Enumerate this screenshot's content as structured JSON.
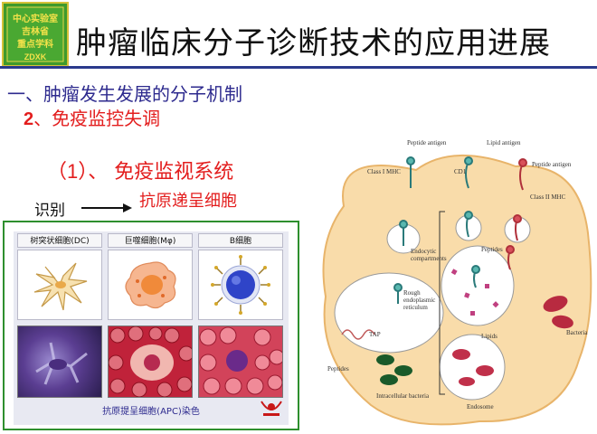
{
  "logo": {
    "line1": "中心实验室",
    "line2": "吉林省",
    "line3": "重点学科",
    "line4": "ZDXK"
  },
  "title": "肿瘤临床分子诊断技术的应用进展",
  "heading1": "一、肿瘤发生发展的分子机制",
  "heading2_num": "2",
  "heading2_text": "、免疫监控失调",
  "heading3_num": "（1）",
  "heading3_text": "、 免疫监视系统",
  "recognize": "识别",
  "apc_label": "抗原递呈细胞",
  "panel": {
    "col1": "树突状细胞(DC)",
    "col2": "巨噬细胞(Mφ)",
    "col3": "B细胞",
    "caption": "抗原提呈细胞(APC)染色"
  },
  "figure": {
    "peptide_antigen_1": "Peptide antigen",
    "lipid_antigen": "Lipid antigen",
    "peptide_antigen_2": "Peptide antigen",
    "class1": "Class I MHC",
    "cd1": "CD1",
    "class2": "Class II MHC",
    "endocytic": "Endocytic",
    "compartments": "compartments",
    "peptides_top": "Peptides",
    "rough": "Rough",
    "endoplasmic": "endoplasmic",
    "reticulum": "reticulum",
    "tap": "TAP",
    "lipids": "Lipids",
    "peptides_bottom": "Peptides",
    "bacteria": "Bacteria",
    "endosome": "Endosome",
    "intracellular": "Intracellular bacteria"
  }
}
